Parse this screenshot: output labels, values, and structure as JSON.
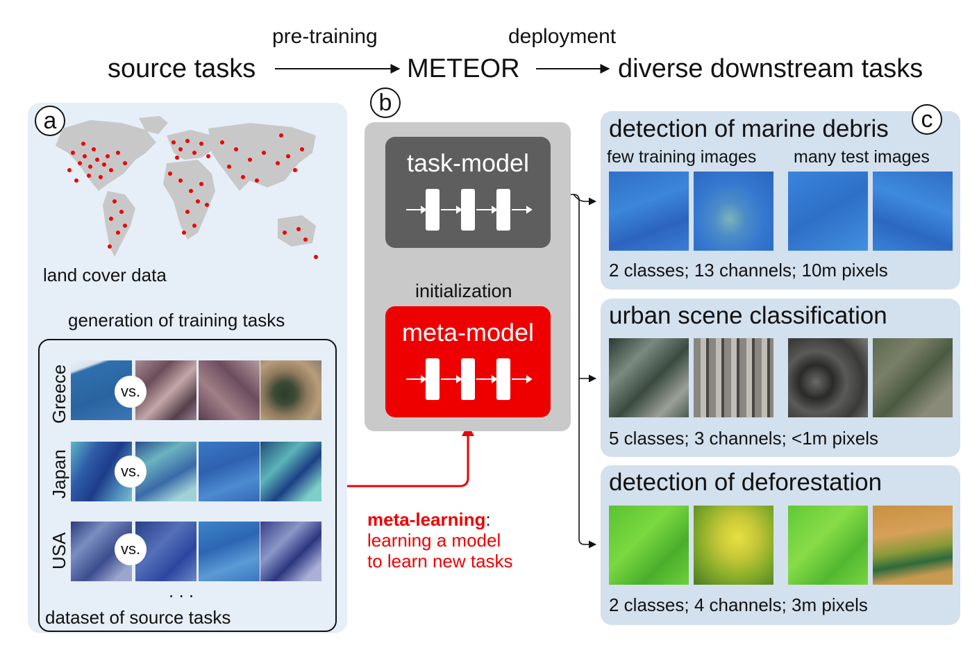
{
  "pipeline": {
    "source": "source tasks",
    "pretraining": "pre-training",
    "meteor": "METEOR",
    "deployment": "deployment",
    "downstream": "diverse downstream tasks"
  },
  "panel_a": {
    "letter": "a",
    "map_label": "land cover data",
    "generation_label": "generation of training tasks",
    "countries": [
      "Greece",
      "Japan",
      "USA"
    ],
    "vs": "vs.",
    "ellipsis": ". . .",
    "dataset_label": "dataset of source tasks"
  },
  "panel_b": {
    "letter": "b",
    "task_model": "task-model",
    "initialization": "initialization",
    "meta_model": "meta-model",
    "meta_learning_bold": "meta-learning",
    "meta_learning_colon": ":",
    "meta_learning_line2": "learning a model",
    "meta_learning_line3": "to learn new tasks"
  },
  "panel_c": {
    "letter": "c",
    "few_label": "few training images",
    "many_label": "many test images",
    "tasks": [
      {
        "title": "detection of marine debris",
        "caption": "2 classes; 13 channels; 10m pixels"
      },
      {
        "title": "urban scene classification",
        "caption": "5 classes; 3 channels; <1m pixels"
      },
      {
        "title": "detection of deforestation",
        "caption": "2 classes; 4 channels; 3m pixels"
      }
    ]
  },
  "colors": {
    "meta_red": "#ee0000",
    "task_gray": "#5e5e5e",
    "panel_a_bg": "#e6eef7",
    "panel_c_bg": "#d3e0ee"
  }
}
